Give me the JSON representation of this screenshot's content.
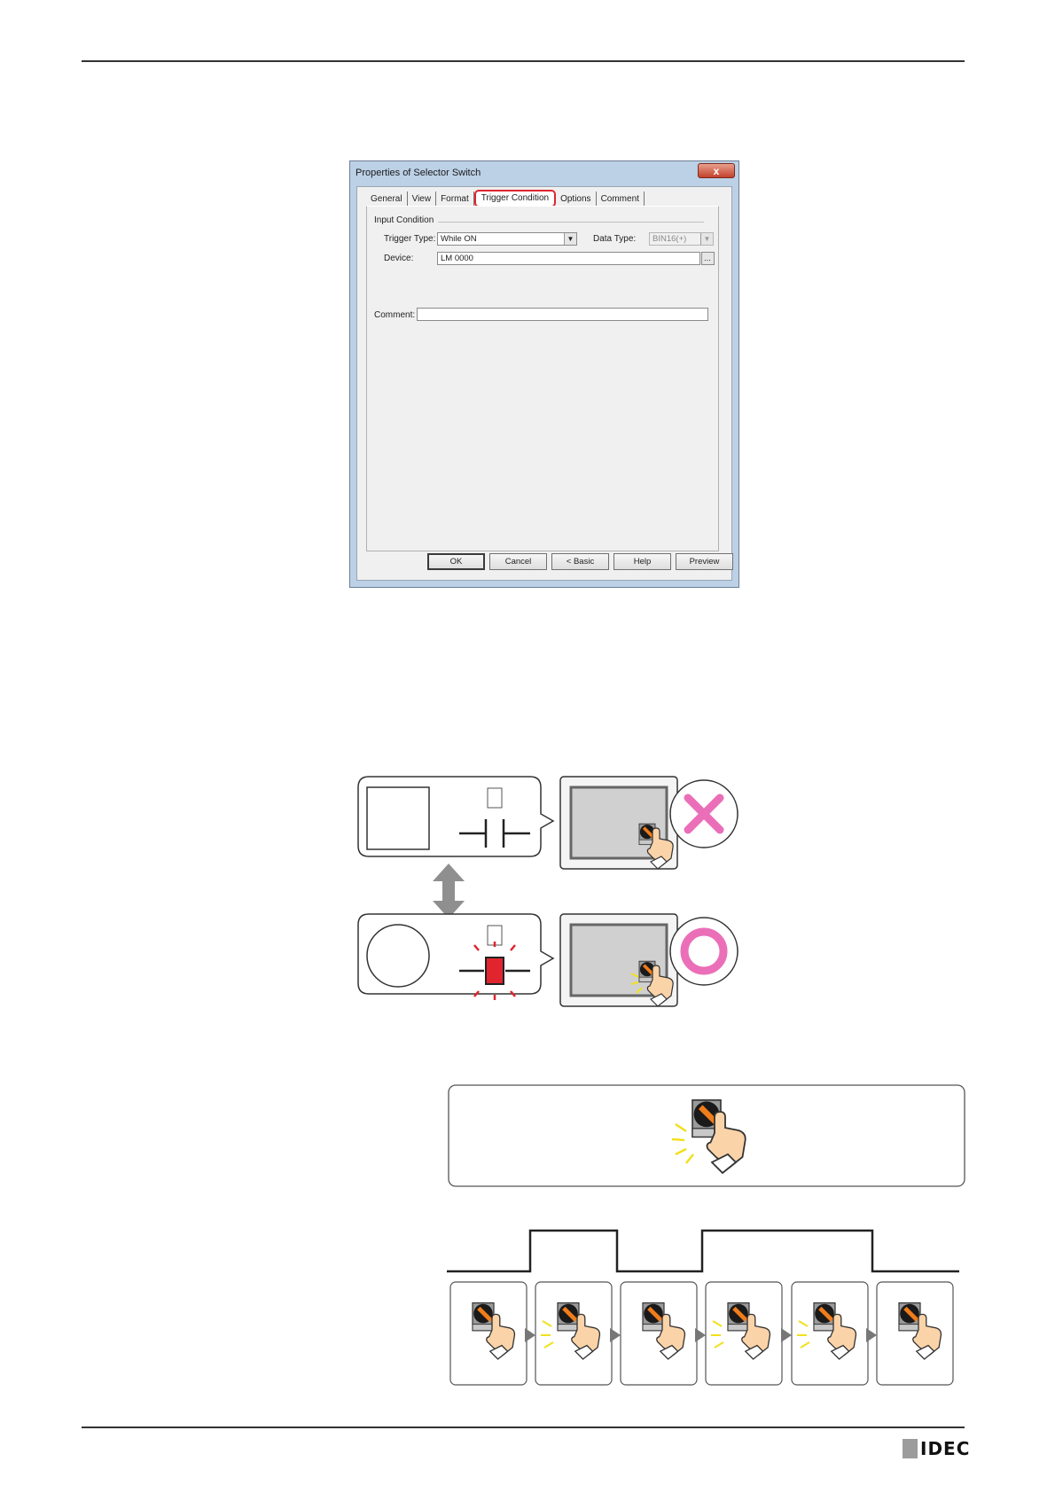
{
  "dialog": {
    "title": "Properties of Selector Switch",
    "close_label": "x",
    "tabs": [
      {
        "label": "General"
      },
      {
        "label": "View"
      },
      {
        "label": "Format"
      },
      {
        "label": "Trigger Condition",
        "active": true
      },
      {
        "label": "Options"
      },
      {
        "label": "Comment"
      }
    ],
    "group_label": "Input Condition",
    "trigger_type_label": "Trigger Type:",
    "trigger_type_value": "While ON",
    "data_type_label": "Data Type:",
    "data_type_value": "BIN16(+)",
    "device_label": "Device:",
    "device_value": "LM 0000",
    "browse_label": "...",
    "comment_label": "Comment:",
    "comment_value": "",
    "buttons": [
      "OK",
      "Cancel",
      "< Basic",
      "Help",
      "Preview"
    ]
  },
  "logo": {
    "text": "IDEC"
  },
  "colors": {
    "highlight": "#e0252f",
    "pink": "#ea6fb8",
    "accent_red": "#e0252f",
    "knob_orange": "#f07c1a"
  },
  "icons": [
    "close-icon",
    "dropdown-arrow-icon",
    "cross-mark-icon",
    "circle-mark-icon",
    "hand-touch-icon",
    "selector-switch-icon",
    "double-arrow-icon",
    "contact-icon"
  ]
}
